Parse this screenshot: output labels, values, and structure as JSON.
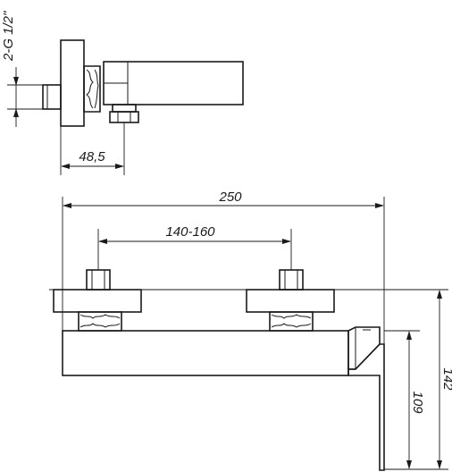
{
  "dimensions": {
    "thread_label": "2-G 1/2\"",
    "depth_label": "48,5",
    "total_width_label": "250",
    "center_distance_label": "140-160",
    "spout_height_label": "109",
    "total_height_label": "142"
  }
}
